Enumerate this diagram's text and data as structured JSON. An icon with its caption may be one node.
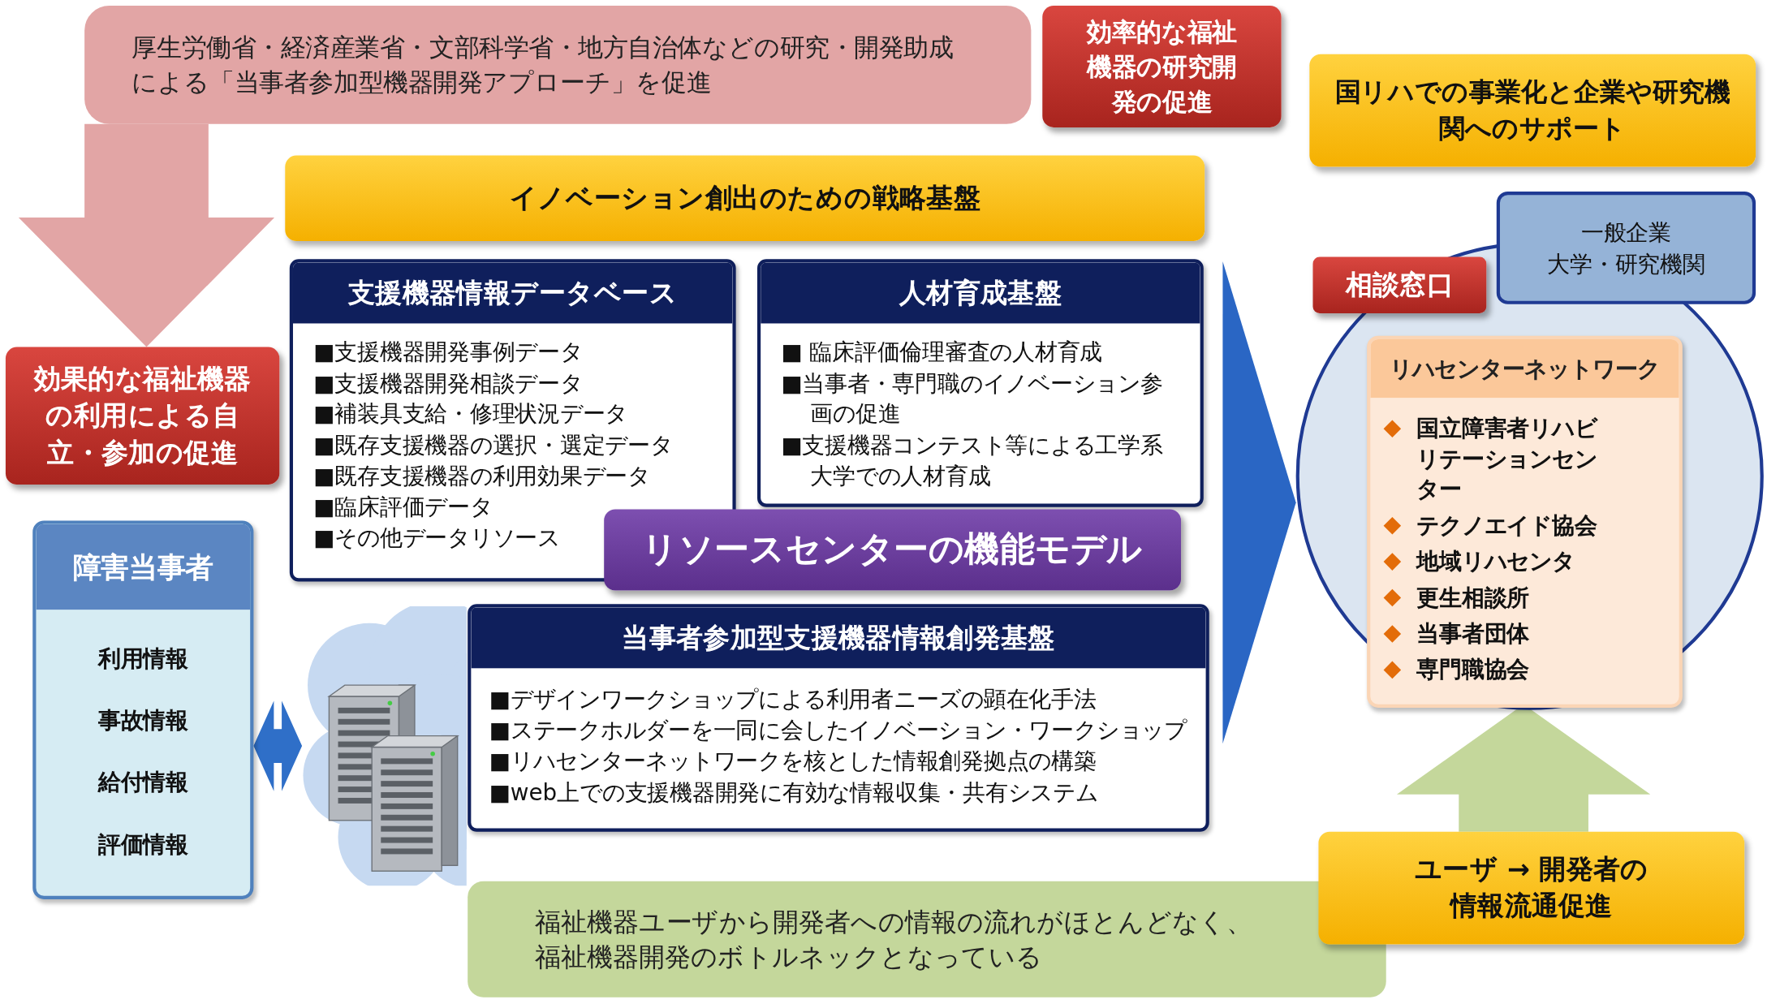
{
  "diagram": {
    "nodes": [
      {
        "text": [
          "厚生労働省・経済産業省・文部科学省・地方自治体などの研究・開発助成による「当事者参加型機器開発アプローチ」を促進"
        ]
      },
      {
        "text": [
          "効率的な福祉機器の研究開発の促進"
        ]
      },
      {
        "text": [
          "国リハでの事業化と企業や研究機関へのサポート"
        ]
      },
      {
        "text": [
          "イノベーション創出のための戦略基盤"
        ]
      },
      {
        "text": [
          "支援機器情報データベース",
          "■支援機器開発事例データ",
          "■支援機器開発相談データ",
          "■補装具支給・修理状況データ",
          "■既存支援機器の選択・選定データ",
          "■既存支援機器の利用効果データ",
          "■臨床評価データ",
          "■その他データリソース"
        ]
      },
      {
        "text": [
          "人材育成基盤",
          "■ 臨床評価倫理審査の人材育成",
          "■当事者・専門職のイノベーション参画の促進",
          "■支援機器コンテスト等による工学系大学での人材育成"
        ]
      },
      {
        "text": [
          "リソースセンターの機能モデル"
        ]
      },
      {
        "text": [
          "効果的な福祉機器の利用による自立・参加の促進"
        ]
      },
      {
        "text": [
          "障害当事者",
          "利用情報",
          "事故情報",
          "給付情報",
          "評価情報"
        ]
      },
      {
        "text": [],
        "shape": "picture"
      },
      {
        "text": [
          "当事者参加型支援機器情報創発基盤",
          "■デザインワークショップによる利用者ニーズの顕在化手法",
          "■ステークホルダーを一同に会したイノベーション・ワークショップ",
          "■リハセンターネットワークを核とした情報創発拠点の構築",
          "■web上での支援機器開発に有効な情報収集・共有システム"
        ]
      },
      {
        "text": [],
        "shape": "circle"
      },
      {
        "text": [
          "相談窓口"
        ],
        "in": 11
      },
      {
        "text": [
          "一般企業",
          "大学・研究機関"
        ]
      },
      {
        "text": [
          "リハセンターネットワーク",
          "国立障害者リハビリテーションセンター",
          "テクノエイド協会",
          "地域リハセンタ",
          "更生相談所",
          "当事者団体",
          "専門職協会"
        ],
        "in": 11
      },
      {
        "text": [
          "福祉機器ユーザから開発者への情報の流れがほとんどなく、福祉機器開発のボトルネックとなっている"
        ]
      },
      {
        "text": [
          "ユーザ → 開発者の情報流通促進"
        ]
      }
    ],
    "edges": [
      {
        "from": 0,
        "to": 7,
        "arrow": "to"
      },
      {
        "from": null,
        "to": 11,
        "arrow": "to"
      },
      {
        "from": 16,
        "to": 14,
        "arrow": "to"
      },
      {
        "from": 8,
        "to": 9,
        "arrow": "both"
      }
    ]
  }
}
